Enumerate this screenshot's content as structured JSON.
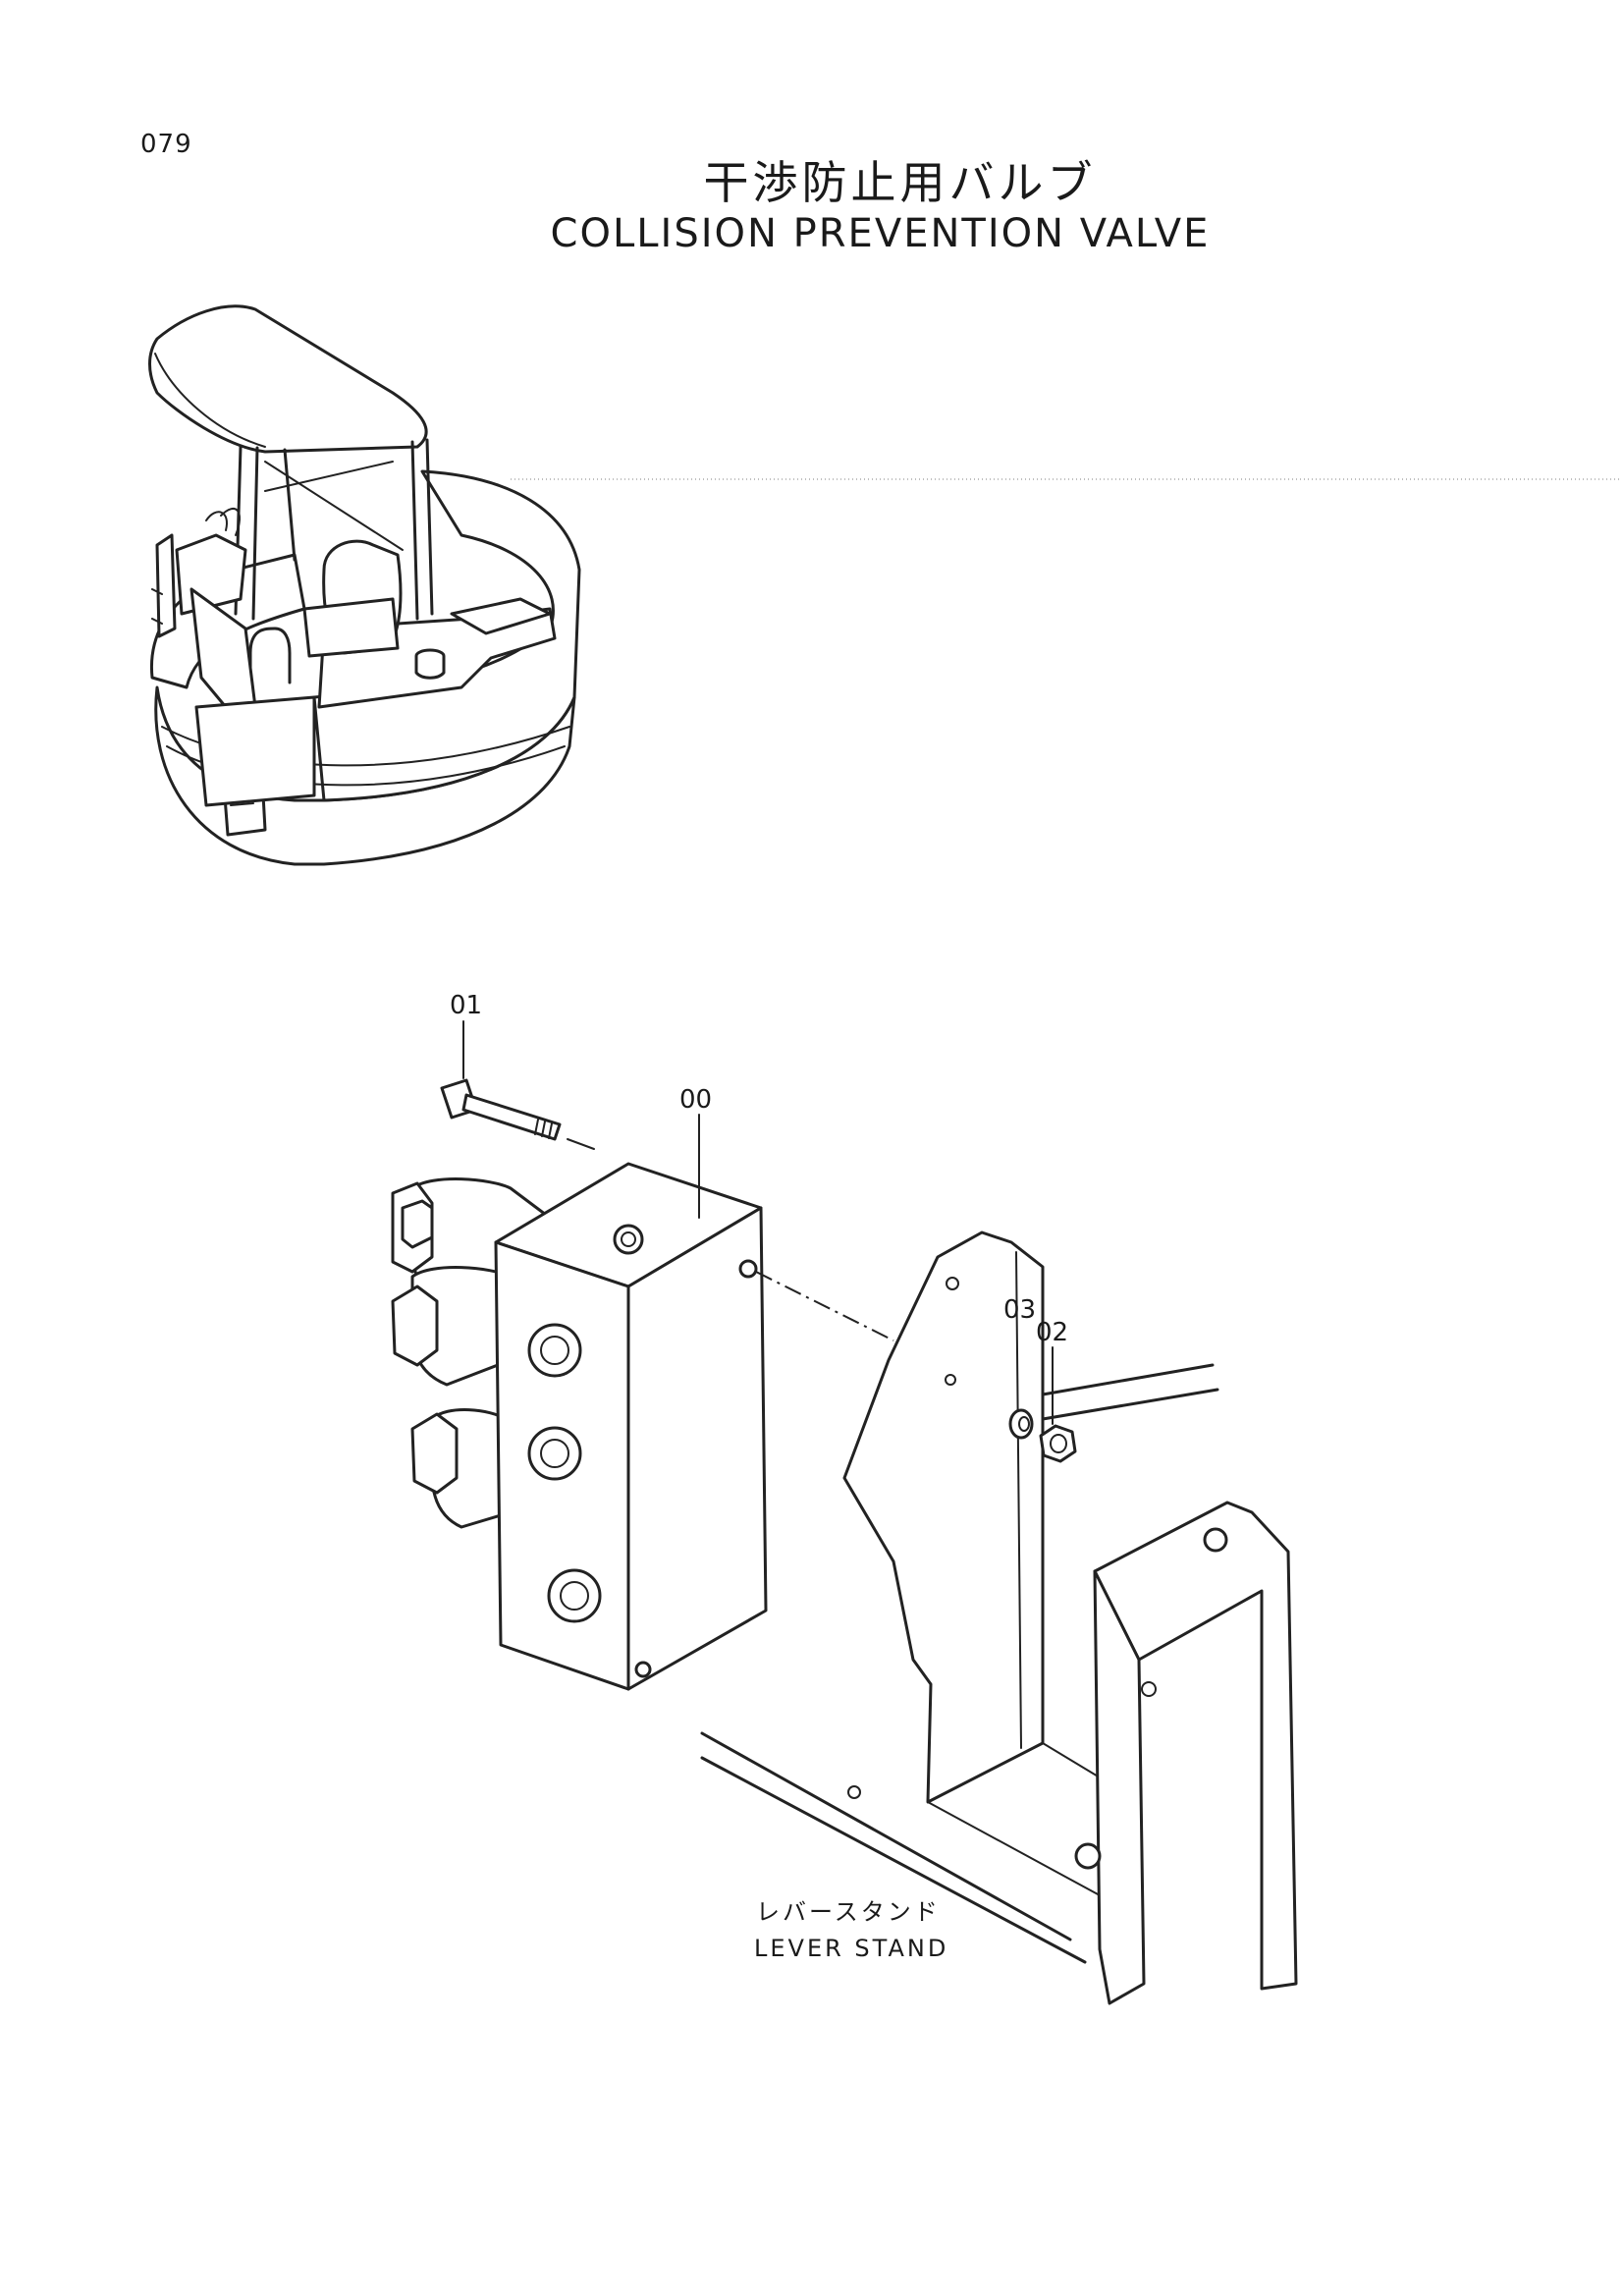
{
  "page_number": "079",
  "title_jp": "干渉防止用バルブ",
  "title_en": "COLLISION PREVENTION VALVE",
  "callouts": {
    "c00": "00",
    "c01": "01",
    "c02": "02",
    "c03": "03"
  },
  "lever_stand": {
    "label_jp": "レバースタンド",
    "label_en": "LEVER STAND"
  }
}
